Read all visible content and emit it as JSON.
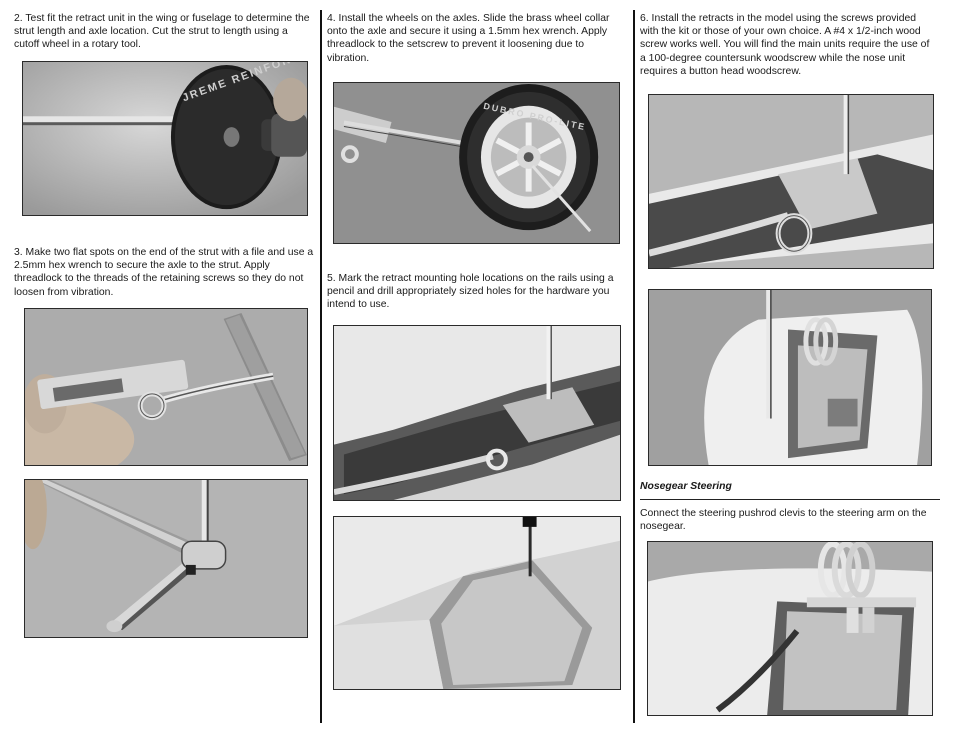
{
  "column1": {
    "step2": "2. Test fit the retract unit in the wing or fuselage to determine the strut length and axle location. Cut the strut to length using a cutoff wheel in a rotary tool.",
    "step3": "3. Make two flat spots on the end of the strut with a file and use a 2.5mm hex wrench to secure the axle to the strut. Apply threadlock to the threads of the retaining screws so they do not loosen from vibration.",
    "cutoff_wheel_lettering": "JREME REINFORCED"
  },
  "column2": {
    "step4": "4. Install the wheels on the axles. Slide the brass wheel collar onto the axle and secure it using a 1.5mm hex wrench. Apply threadlock to the setscrew to prevent it loosening due to vibration.",
    "step5": "5. Mark the retract mounting hole locations on the rails using a pencil and drill appropriately sized holes for the hardware you intend to use.",
    "tire_lettering": "DUBRO   PRO-LITE"
  },
  "column3": {
    "step6": "6. Install the retracts in the model using the screws provided with the kit or those of your own choice. A #4 x 1/2-inch wood screw works well. You will find the main units require the use of a 100-degree countersunk woodscrew while the nose unit requires a button head woodscrew.",
    "nosegear_heading": "Nosegear Steering",
    "nosegear_text": "Connect the steering pushrod clevis to the steering arm on the nosegear."
  }
}
